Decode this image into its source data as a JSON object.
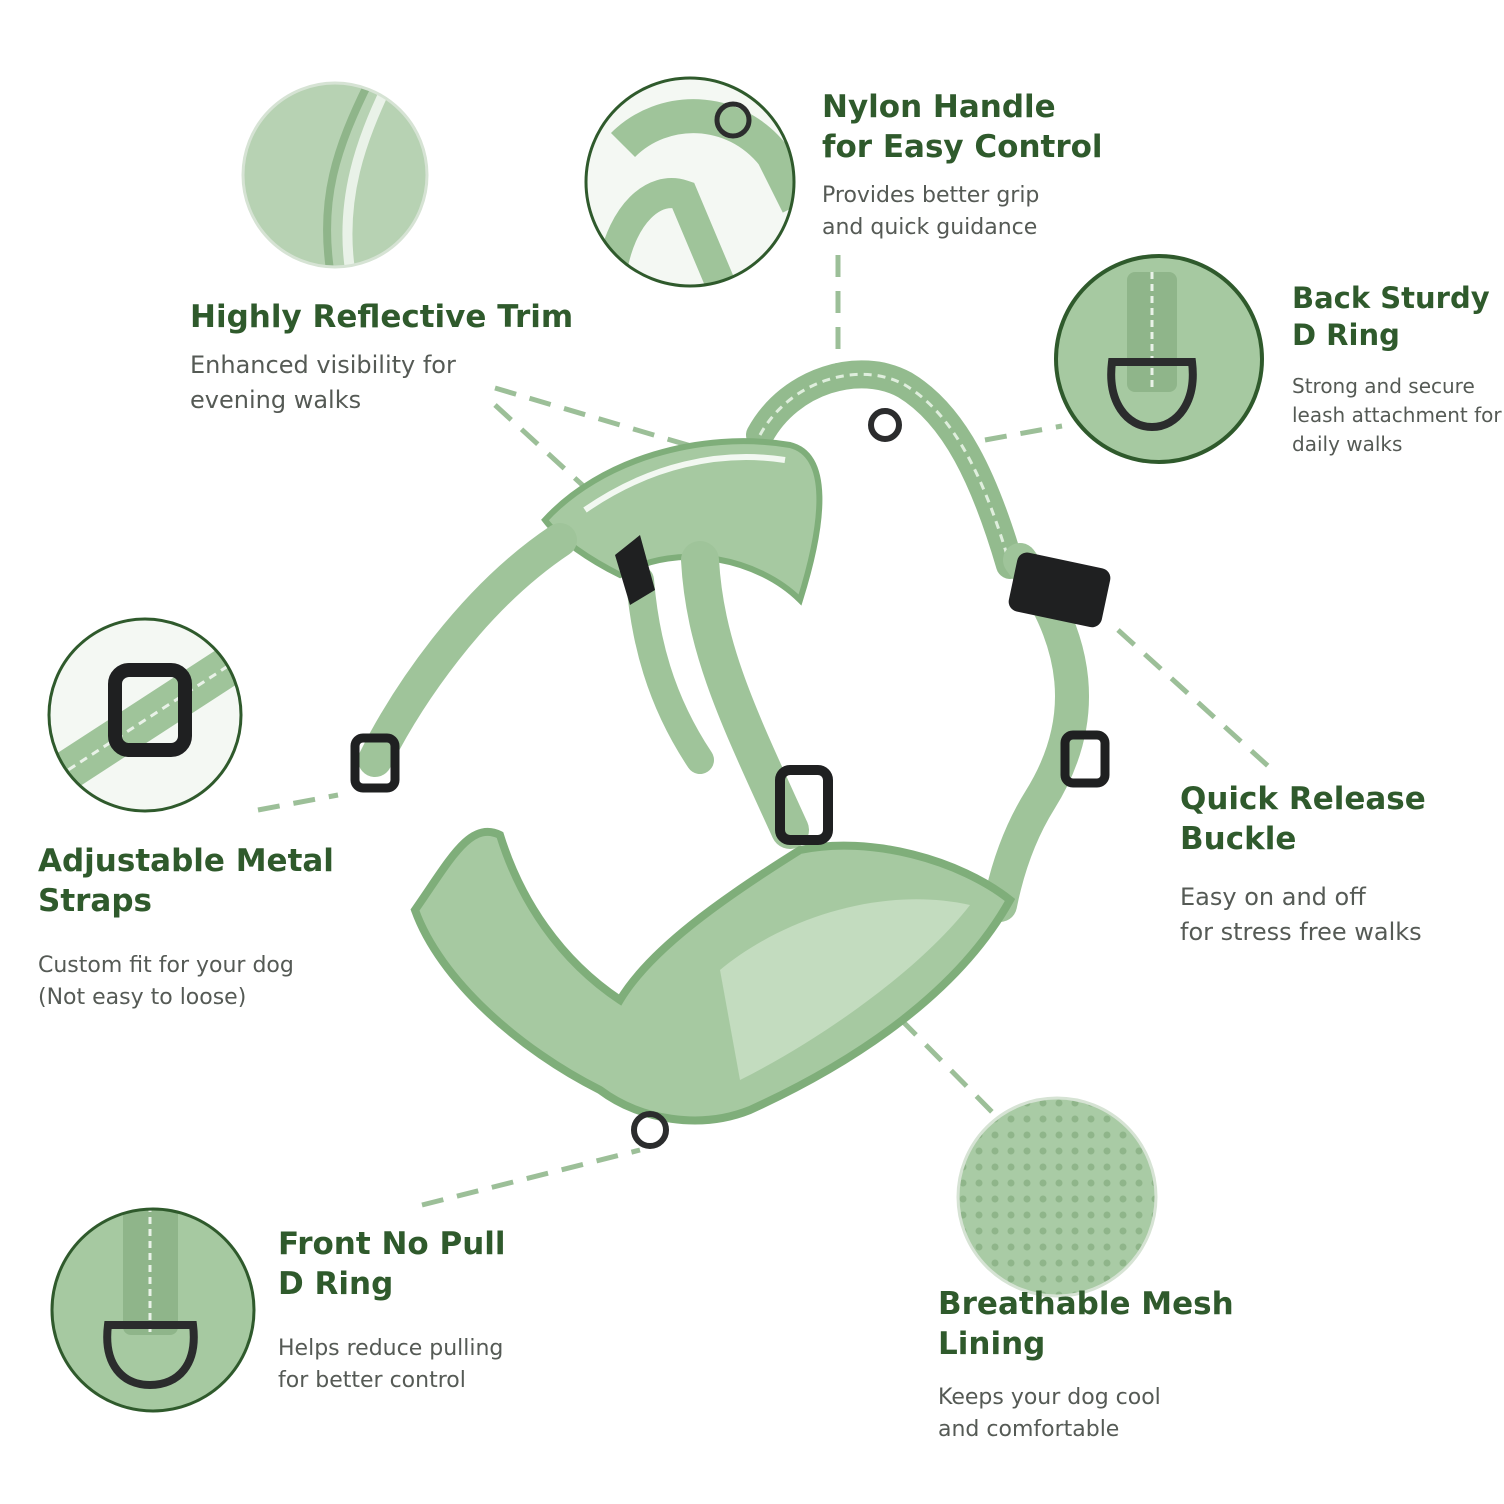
{
  "colors": {
    "title": "#2f5a2c",
    "description": "#555a55",
    "harness_green": "#a6c9a1",
    "harness_dark": "#7fae7a",
    "hardware": "#1f2021",
    "leader_line": "#9cbf98"
  },
  "features": [
    {
      "id": "reflective-trim",
      "title": "Highly Reflective Trim",
      "description": "Enhanced visibility for\nevening walks",
      "icon": "reflective-trim-closeup"
    },
    {
      "id": "nylon-handle",
      "title": "Nylon Handle\nfor Easy Control",
      "description": "Provides better grip\nand quick guidance",
      "icon": "handle-closeup"
    },
    {
      "id": "back-d-ring",
      "title": "Back Sturdy\nD Ring",
      "description": "Strong and secure\nleash attachment for\ndaily walks",
      "icon": "back-d-ring-closeup"
    },
    {
      "id": "adjustable-straps",
      "title": "Adjustable Metal\nStraps",
      "description": "Custom fit for your dog\n(Not easy to loose)",
      "icon": "strap-buckle-closeup"
    },
    {
      "id": "quick-release",
      "title": "Quick Release\nBuckle",
      "description": "Easy on and off\nfor stress free walks",
      "icon": "buckle-icon"
    },
    {
      "id": "front-d-ring",
      "title": "Front No Pull\nD Ring",
      "description": "Helps reduce pulling\nfor better control",
      "icon": "front-d-ring-closeup"
    },
    {
      "id": "mesh-lining",
      "title": "Breathable Mesh\nLining",
      "description": "Keeps your dog cool\nand comfortable",
      "icon": "mesh-closeup"
    }
  ]
}
